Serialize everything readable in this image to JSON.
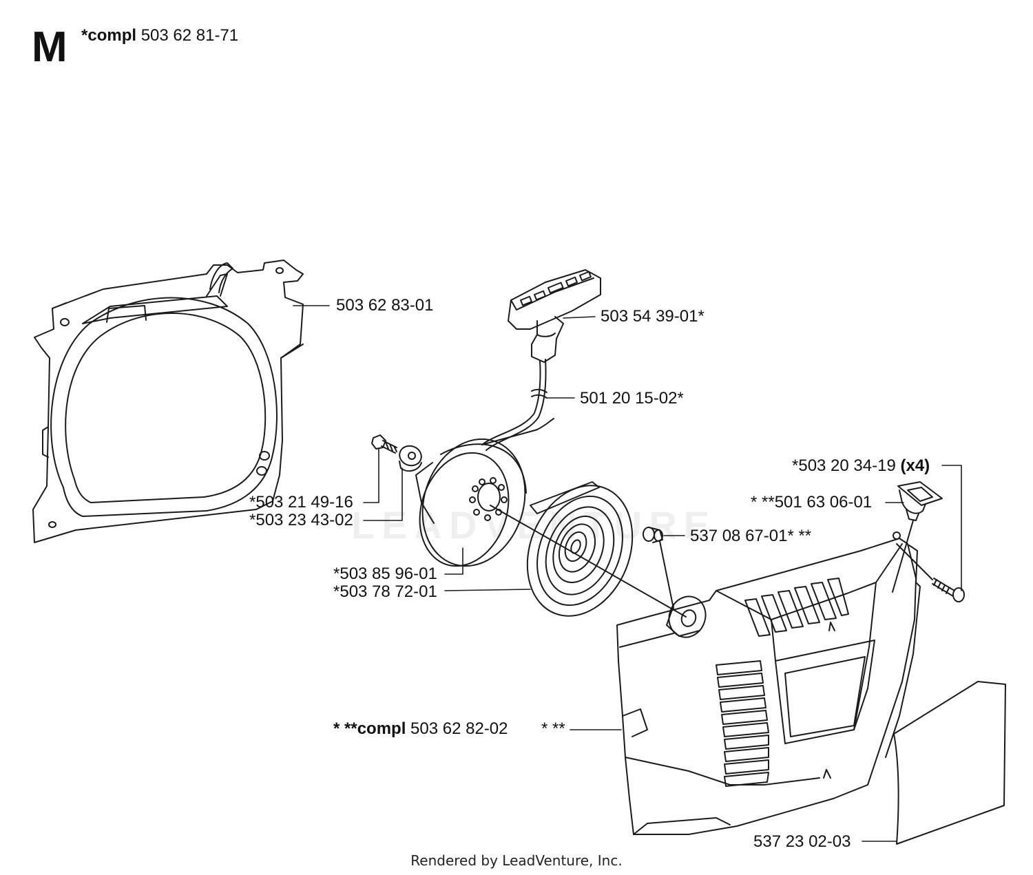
{
  "diagram": {
    "section_letter": "M",
    "assembly": {
      "prefix": "*compl",
      "part": "503 62 81-71"
    },
    "watermark": "LEADVENTURE",
    "footer": "Rendered by LeadVenture, Inc."
  },
  "parts": {
    "fan_housing": {
      "label": "503 62 83-01"
    },
    "starter_handle": {
      "label": "503 54 39-01*"
    },
    "starter_rope": {
      "label": "501 20 15-02*"
    },
    "screw_small": {
      "label": "*503 21 49-16"
    },
    "washer_small": {
      "label": "*503 23 43-02"
    },
    "pulley": {
      "label": "*503 85 96-01"
    },
    "recoil_spring": {
      "label": "*503 78 72-01"
    },
    "cover_screw": {
      "part": "*503 20 34-19",
      "qty": "(x4)"
    },
    "air_valve": {
      "label": "* **501 63 06-01"
    },
    "bushing": {
      "label": "537 08 67-01* **"
    },
    "starter_cover": {
      "prefix": "* **compl",
      "part": "503 62 82-02",
      "suffix": "* **"
    },
    "decal": {
      "label": "537 23 02-03"
    }
  },
  "colors": {
    "line": "#1a1a1a",
    "background": "#ffffff"
  }
}
